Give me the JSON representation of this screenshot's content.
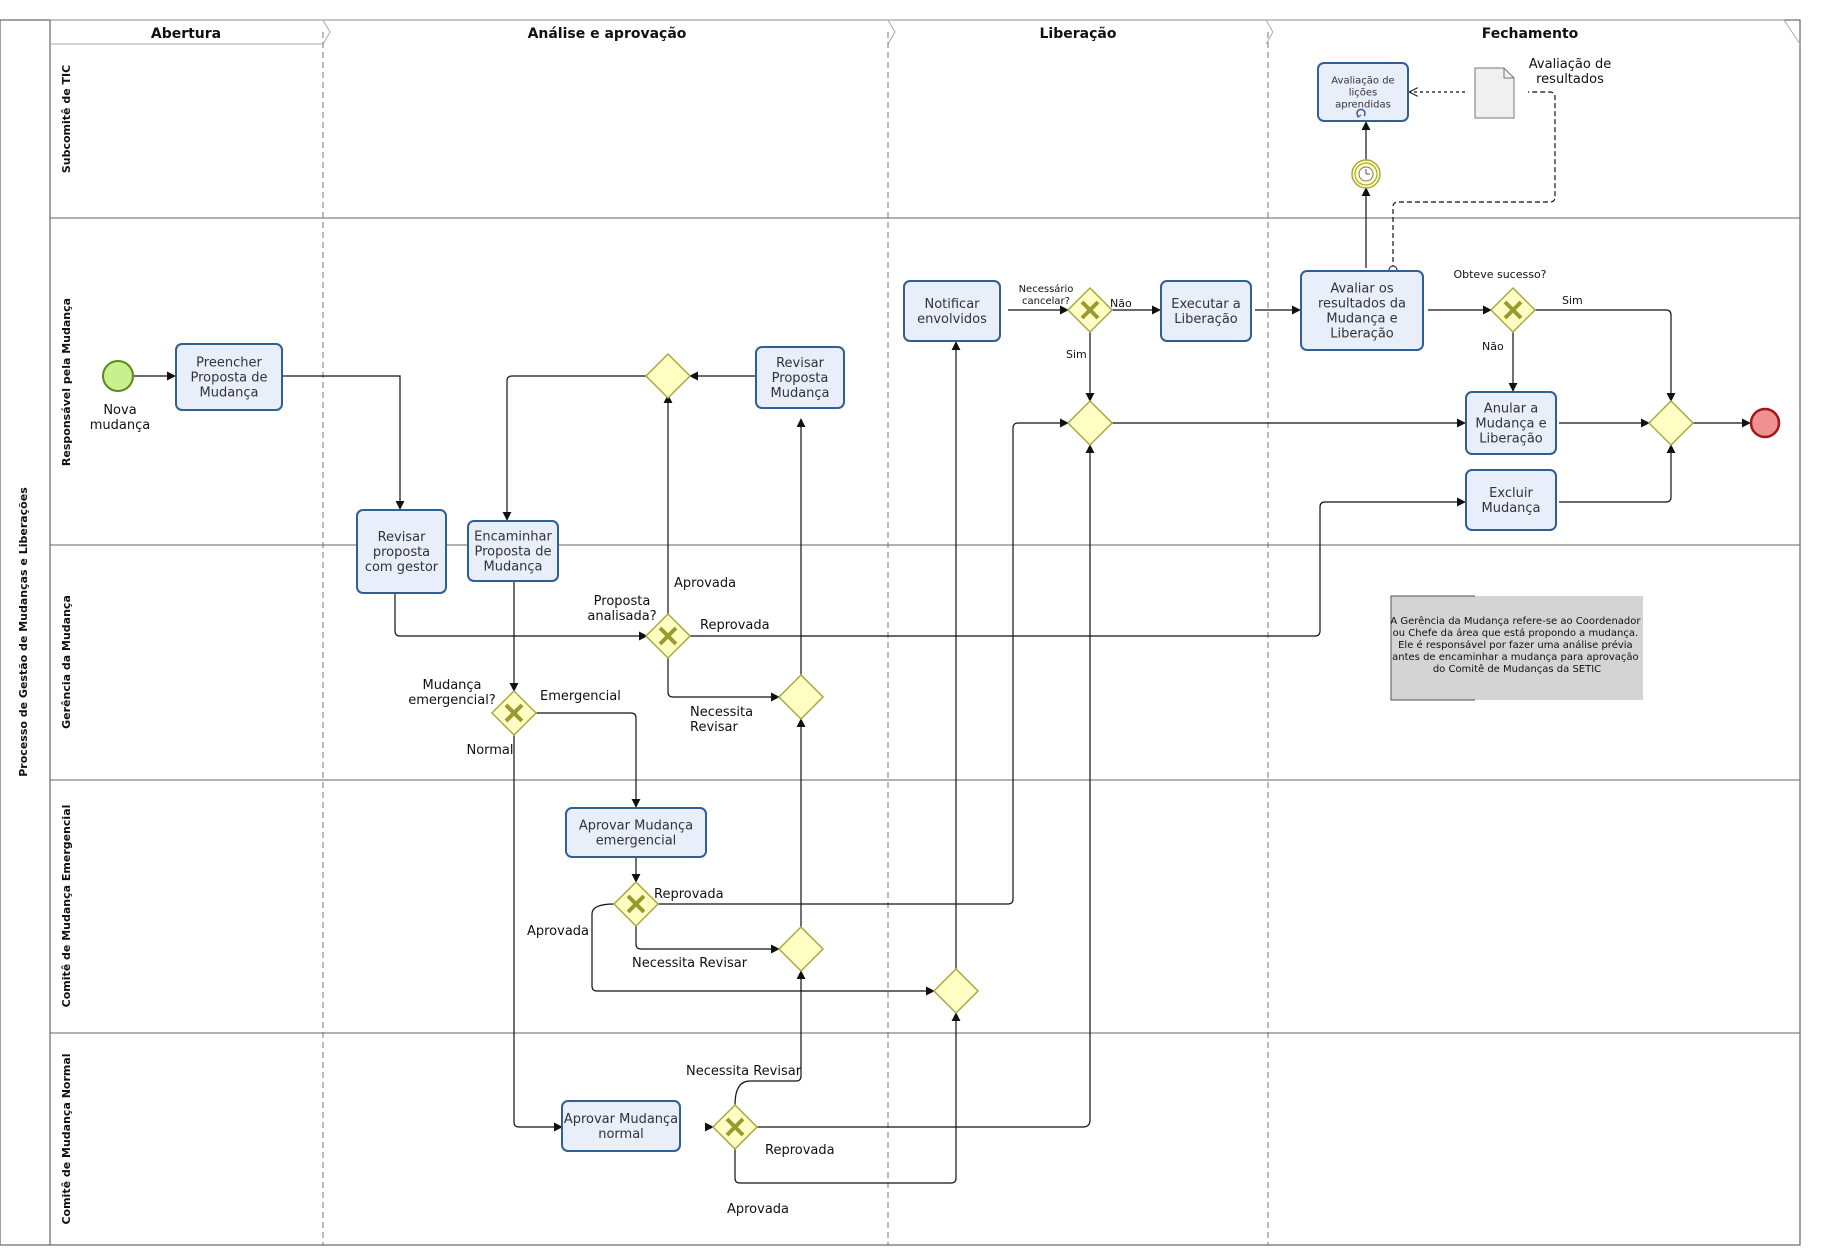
{
  "pool": {
    "title": "Processo de Gestão de Mudanças e Liberações"
  },
  "phases": [
    {
      "id": "abertura",
      "title": "Abertura"
    },
    {
      "id": "analise",
      "title": "Análise e aprovação"
    },
    {
      "id": "liberacao",
      "title": "Liberação"
    },
    {
      "id": "fechamento",
      "title": "Fechamento"
    }
  ],
  "lanes": [
    {
      "id": "tic",
      "title": "Subcomitê de TIC"
    },
    {
      "id": "resp",
      "title": "Responsável pela Mudança"
    },
    {
      "id": "ger",
      "title": "Gerência da Mudança"
    },
    {
      "id": "cme",
      "title": "Comitê de Mudança Emergencial"
    },
    {
      "id": "cmn",
      "title": "Comitê de Mudança Normal"
    }
  ],
  "events": {
    "start": "Nova mudança"
  },
  "tasks": {
    "preencher": "Preencher Proposta de Mudança",
    "revisar_gestor": "Revisar proposta com gestor",
    "encaminhar": "Encaminhar Proposta de Mudança",
    "revisar_proposta": "Revisar Proposta Mudança",
    "notificar": "Notificar envolvidos",
    "executar": "Executar a Liberação",
    "avaliar": "Avaliar os resultados da Mudança e Liberação",
    "anular": "Anular a Mudança e Liberação",
    "excluir": "Excluir Mudança",
    "licoes": "Avaliação de lições aprendidas",
    "aprovar_emergencial": "Aprovar Mudança emergencial",
    "aprovar_normal": "Aprovar Mudança normal"
  },
  "document": {
    "label": "Avaliação de resultados"
  },
  "labels": {
    "necessario_cancelar": "Necessário cancelar?",
    "nao_1": "Não",
    "sim_1": "Sim",
    "obteve_sucesso": "Obteve sucesso?",
    "sim_2": "Sim",
    "nao_2": "Não",
    "aprovada_ger": "Aprovada",
    "proposta_analisada": "Proposta analisada?",
    "reprovada_ger": "Reprovada",
    "necessita_revisar_ger": "Necessita Revisar",
    "mudanca_emergencial": "Mudança emergencial?",
    "emergencial": "Emergencial",
    "normal": "Normal",
    "reprovada_cme": "Reprovada",
    "aprovada_cme": "Aprovada",
    "necessita_revisar_cme": "Necessita Revisar",
    "necessita_revisar_cmn": "Necessita Revisar",
    "reprovada_cmn": "Reprovada",
    "aprovada_cmn": "Aprovada"
  },
  "annotation": "A Gerência da Mudança refere-se ao Coordenador ou Chefe da área que está propondo a mudança. Ele é responsável por fazer uma análise prévia antes de encaminhar a mudança para aprovação do Comitê de Mudanças da SETIC",
  "colors": {
    "task_fill": "#e8eefa",
    "task_stroke": "#2f5f93",
    "gateway_fill": "#ffffc4",
    "gateway_stroke": "#a8a840",
    "gateway_x": "#9a9a30",
    "start_fill": "#c8f08c",
    "start_stroke": "#5a8a1a",
    "end_fill": "#f09090",
    "end_stroke": "#a01818",
    "annotation_fill": "#d4d4d4"
  }
}
